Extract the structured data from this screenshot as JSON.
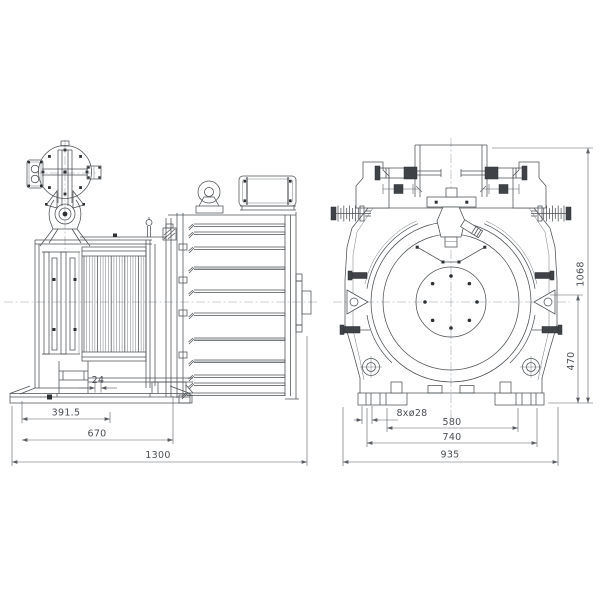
{
  "drawing": {
    "type": "engineering-drawing",
    "views": {
      "left": "side-view",
      "right": "front-view"
    },
    "dimensions": {
      "side_view": {
        "d24": "24",
        "d391_5": "391.5",
        "d670": "670",
        "d1300": "1300"
      },
      "front_view": {
        "holes": "8xø28",
        "d580": "580",
        "d740": "740",
        "d935": "935",
        "d470": "470",
        "d1068": "1068"
      }
    },
    "colors": {
      "line": "#4b5054",
      "dim": "#595d62",
      "background": "#ffffff"
    }
  }
}
